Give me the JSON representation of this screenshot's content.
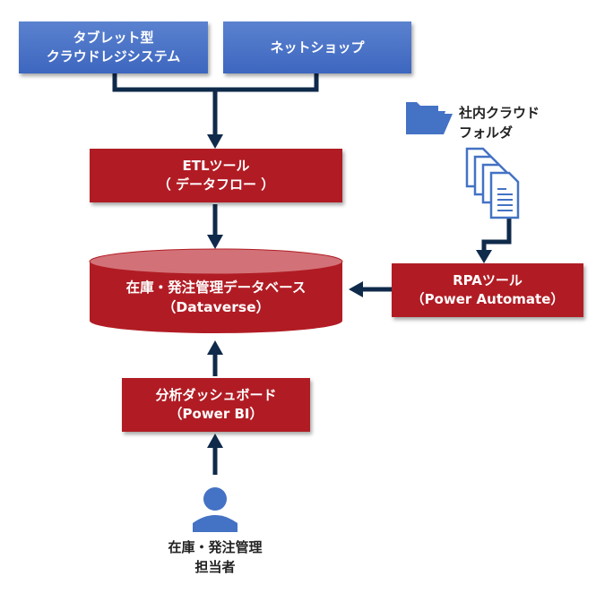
{
  "nodes": {
    "pos_system": {
      "line1": "タブレット型",
      "line2": "クラウドレジシステム"
    },
    "net_shop": {
      "line1": "ネットショップ"
    },
    "etl_tool": {
      "line1": "ETLツール",
      "line2": "（ データフロー ）"
    },
    "database": {
      "line1": "在庫・発注管理データベース",
      "line2": "（Dataverse）"
    },
    "rpa_tool": {
      "line1": "RPAツール",
      "line2": "（Power Automate）"
    },
    "dashboard": {
      "line1": "分析ダッシュボード",
      "line2": "（Power BI）"
    },
    "cloud_folder": {
      "line1": "社内クラウド",
      "line2": "フォルダ"
    },
    "person": {
      "line1": "在庫・発注管理",
      "line2": "担当者"
    }
  },
  "colors": {
    "blue": "#4472c4",
    "red": "#b11c24",
    "arrow": "#0f2a4a"
  }
}
